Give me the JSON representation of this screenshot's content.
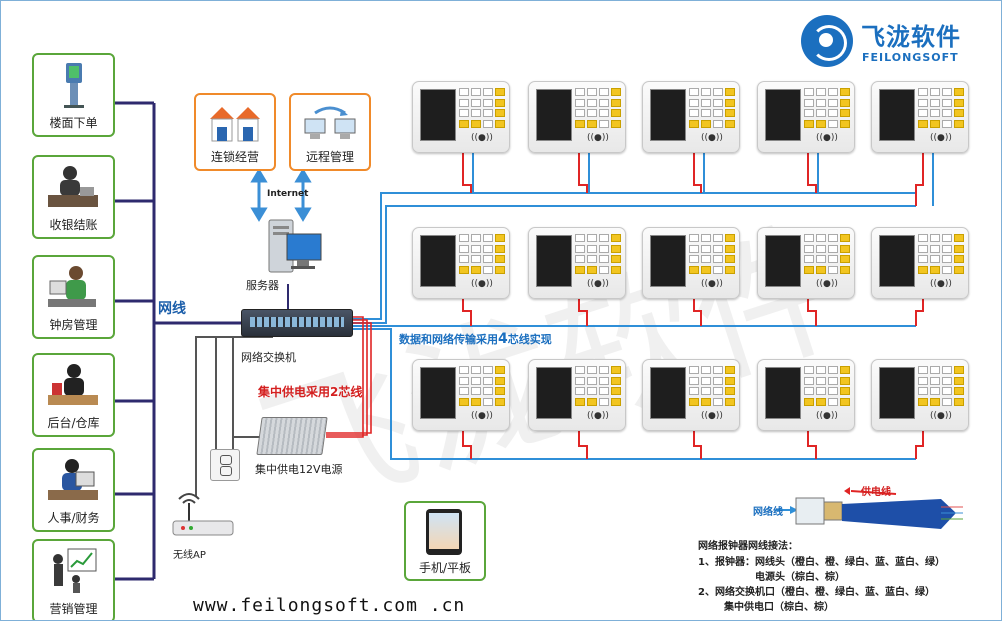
{
  "brand": {
    "name_cn": "飞泷软件",
    "name_en": "FEILONGSOFT",
    "website": "www.feilongsoft.com .cn",
    "watermark": "飞泷软件",
    "colors": {
      "blue": "#1b6fbf",
      "green": "#5aa63a",
      "orange": "#f08a2a",
      "red": "#d42020",
      "navy": "#2e2a6e"
    }
  },
  "roles": [
    {
      "label": "楼面下单",
      "icon": "kiosk-icon"
    },
    {
      "label": "收银结账",
      "icon": "cashier-icon"
    },
    {
      "label": "钟房管理",
      "icon": "operator-icon"
    },
    {
      "label": "后台/仓库",
      "icon": "office-worker-icon"
    },
    {
      "label": "人事/财务",
      "icon": "accountant-icon"
    },
    {
      "label": "营销管理",
      "icon": "presentation-icon"
    }
  ],
  "top": {
    "chain": "连锁经营",
    "remote": "远程管理",
    "internet": "Internet"
  },
  "network": {
    "network_line": "网线",
    "server": "服务器",
    "switch": "网络交换机",
    "power_note": "集中供电采用2芯线",
    "power_supply": "集中供电12V电源",
    "wireless_ap": "无线AP",
    "mobile": "手机/平板",
    "data_note_prefix": "数据和网络传输采用",
    "data_note_num": "4",
    "data_note_suffix": "芯线实现"
  },
  "terminals": {
    "nfc_symbol": "((●))",
    "rows": [
      5,
      5,
      5
    ]
  },
  "wiring": {
    "legend_network": "网络线",
    "legend_power": "供电线",
    "title": "网络报钟器网线接法：",
    "line1": "1、报钟器：网线头（橙白、橙、绿白、蓝、蓝白、绿）",
    "line2": "电源头（棕白、棕）",
    "line3": "2、网络交换机口（橙白、橙、绿白、蓝、蓝白、绿）",
    "line4": "集中供电口（棕白、棕）"
  }
}
